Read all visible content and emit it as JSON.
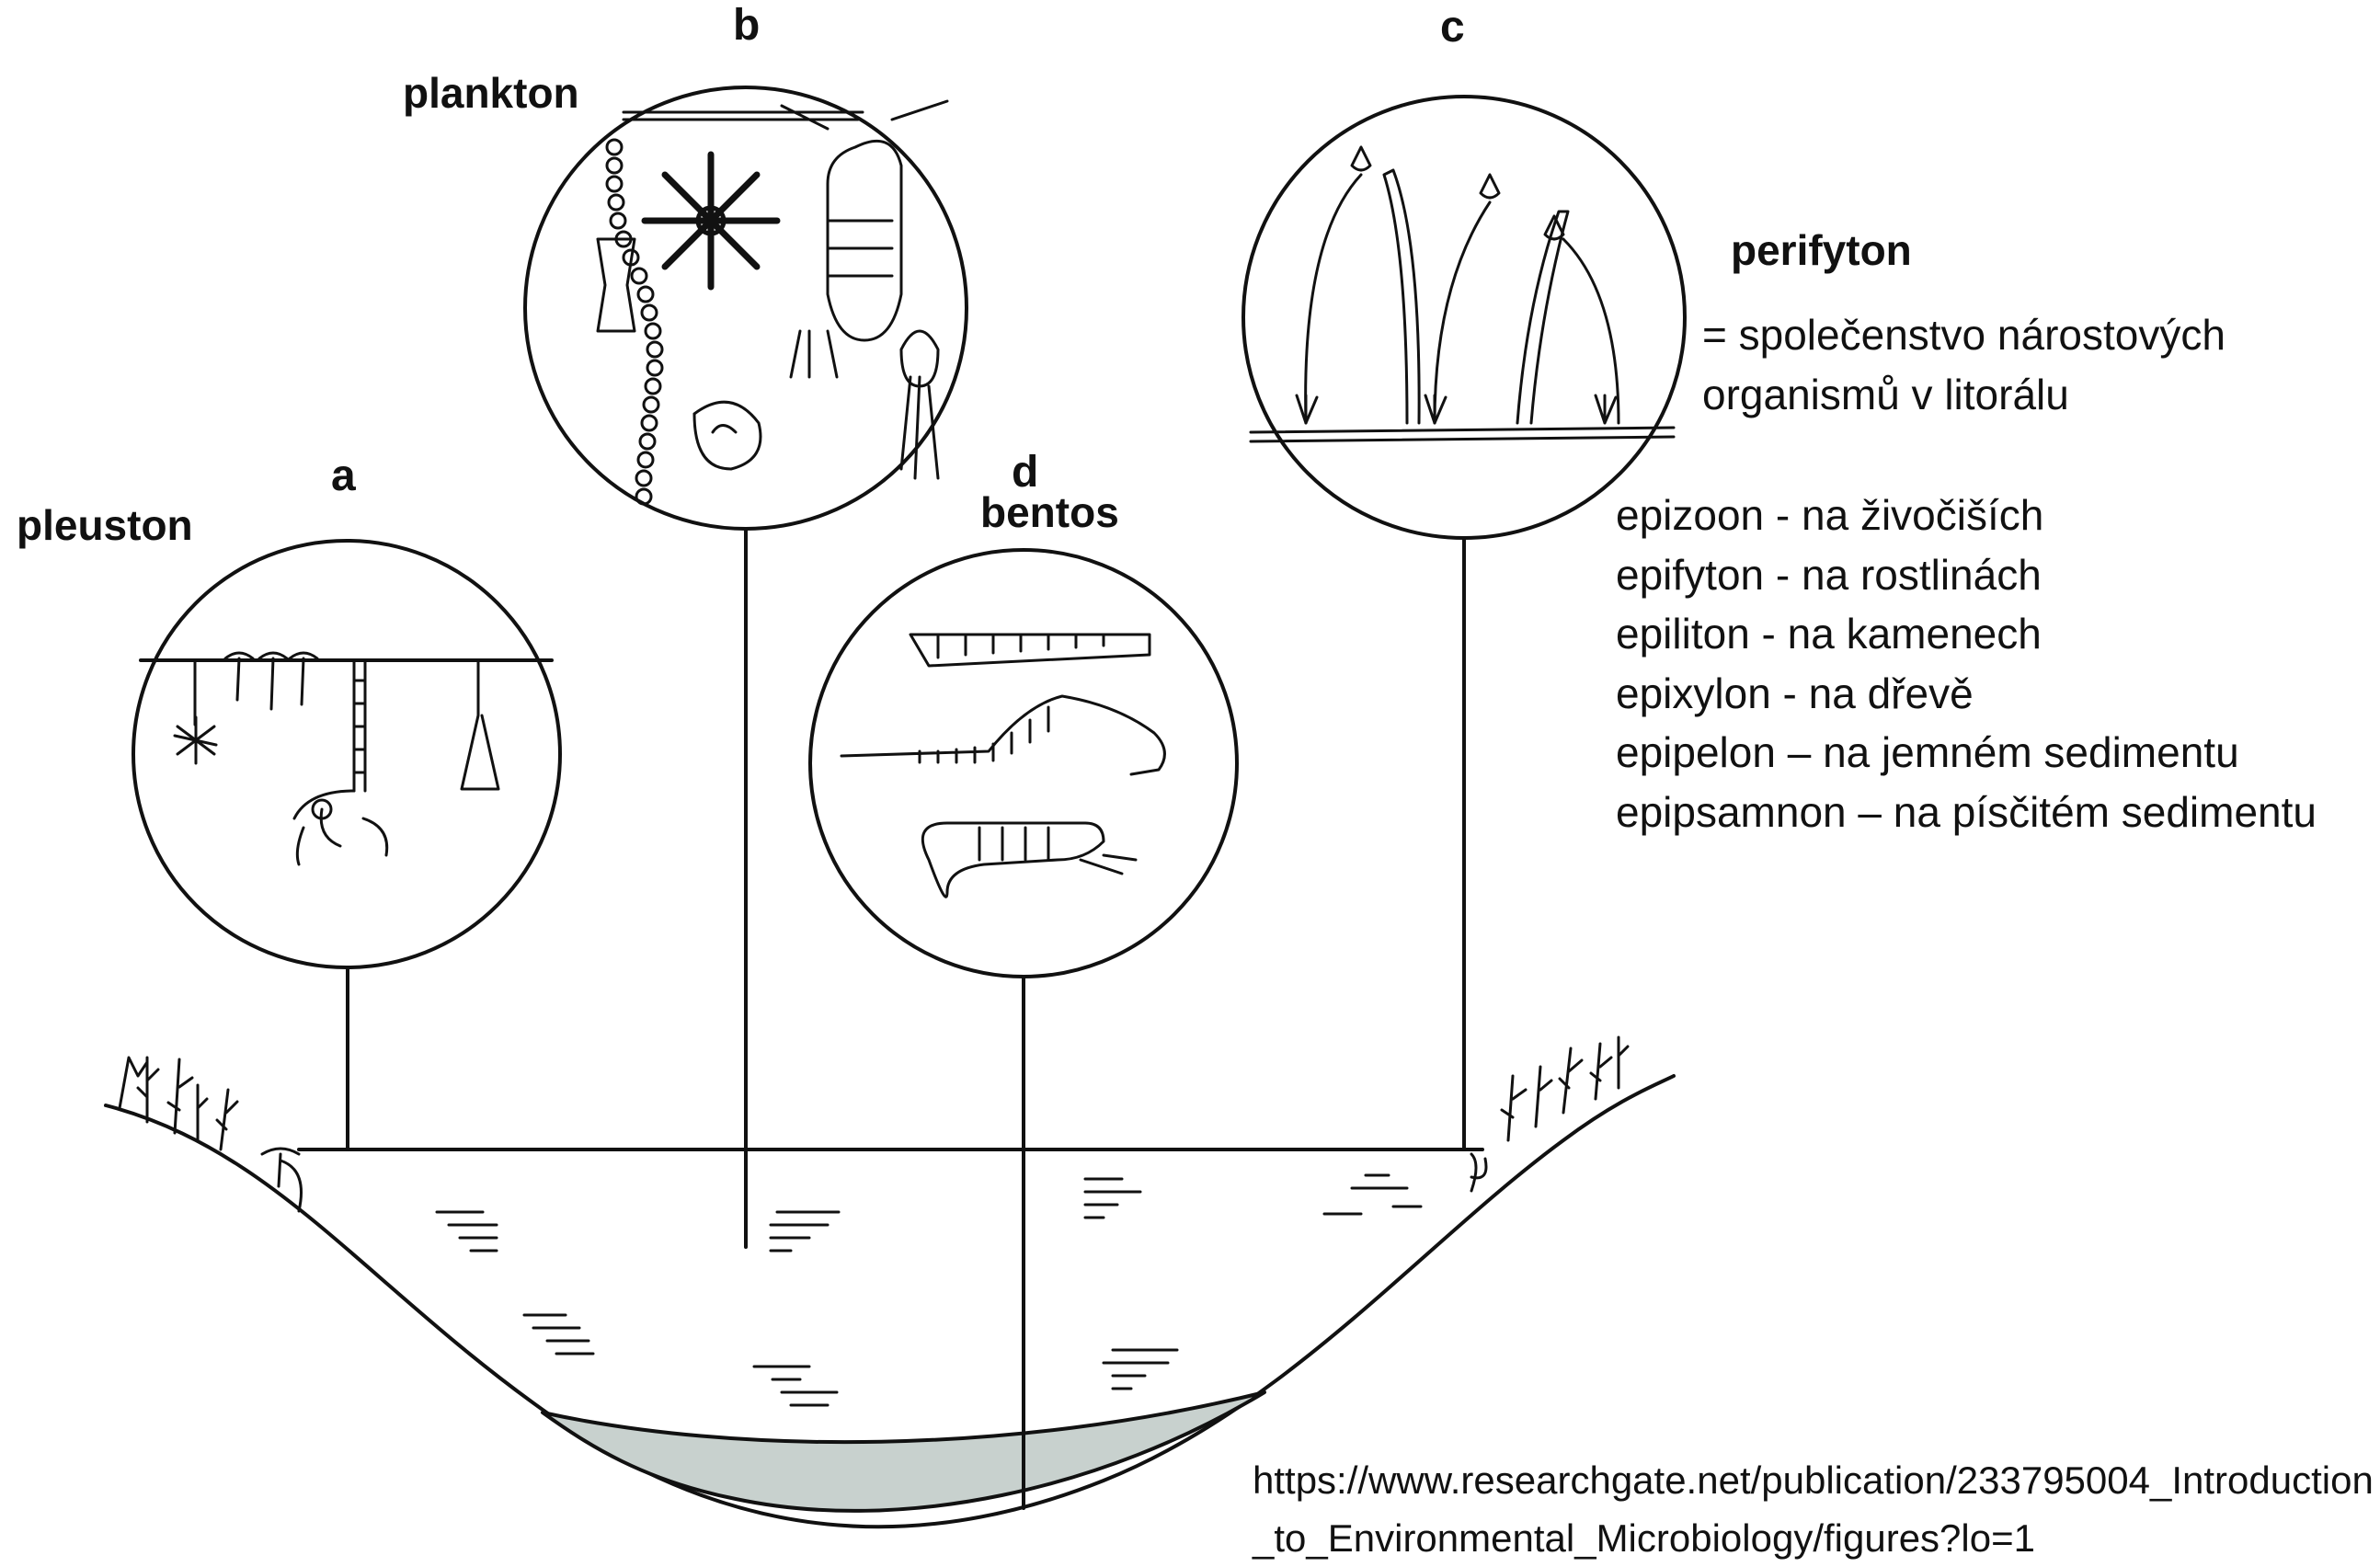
{
  "labels": {
    "plankton": "plankton",
    "pleuston": "pleuston",
    "bentos": "bentos",
    "perifyton": "perifyton",
    "letter_a": "a",
    "letter_b": "b",
    "letter_c": "c",
    "letter_d": "d"
  },
  "perifyton_definition": {
    "line1": "= společenstvo nárostových",
    "line2": "organismů v litorálu"
  },
  "perifyton_types": [
    "epizoon - na živočiších",
    "epifyton - na rostlinách",
    "epiliton - na kamenech",
    "epixylon - na dřevě",
    "epipelon – na jemném sedimentu",
    "epipsamnon – na písčitém sedimentu"
  ],
  "source": "https://www.researchgate.net/publication/233795004_Introduction_to_Environmental_Microbiology/figures?lo=1",
  "colors": {
    "ink": "#111111",
    "sediment": "#c8d1ce"
  }
}
